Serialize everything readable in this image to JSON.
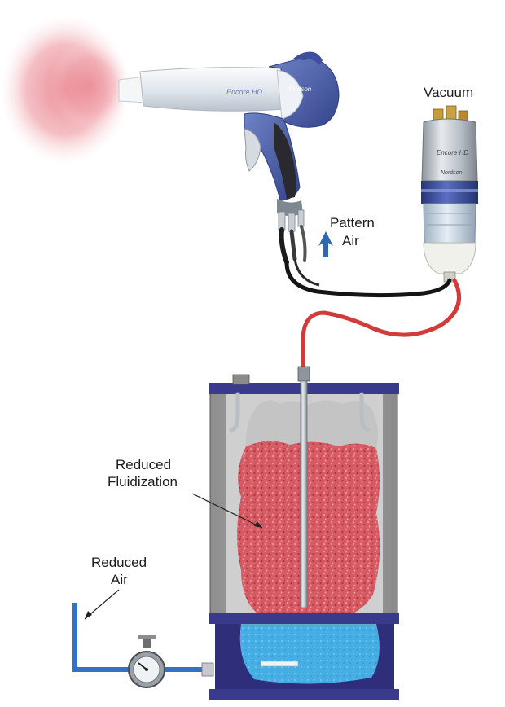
{
  "labels": {
    "vacuum": "Vacuum",
    "pattern_air_line1": "Pattern",
    "pattern_air_line2": "Air",
    "reduced_fluidization_line1": "Reduced",
    "reduced_fluidization_line2": "Fluidization",
    "reduced_air_line1": "Reduced",
    "reduced_air_line2": "Air"
  },
  "product_marks": {
    "gun_model": "Encore HD",
    "gun_brand": "Nordson",
    "pump_model": "Encore HD",
    "pump_brand": "Nordson"
  },
  "colors": {
    "powder": "#d9545f",
    "gun_blue": "#4a5fae",
    "hose_red": "#d33a3a",
    "hopper_frame": "#3a3a8c",
    "fluid_bed": "#3fa7e0"
  }
}
